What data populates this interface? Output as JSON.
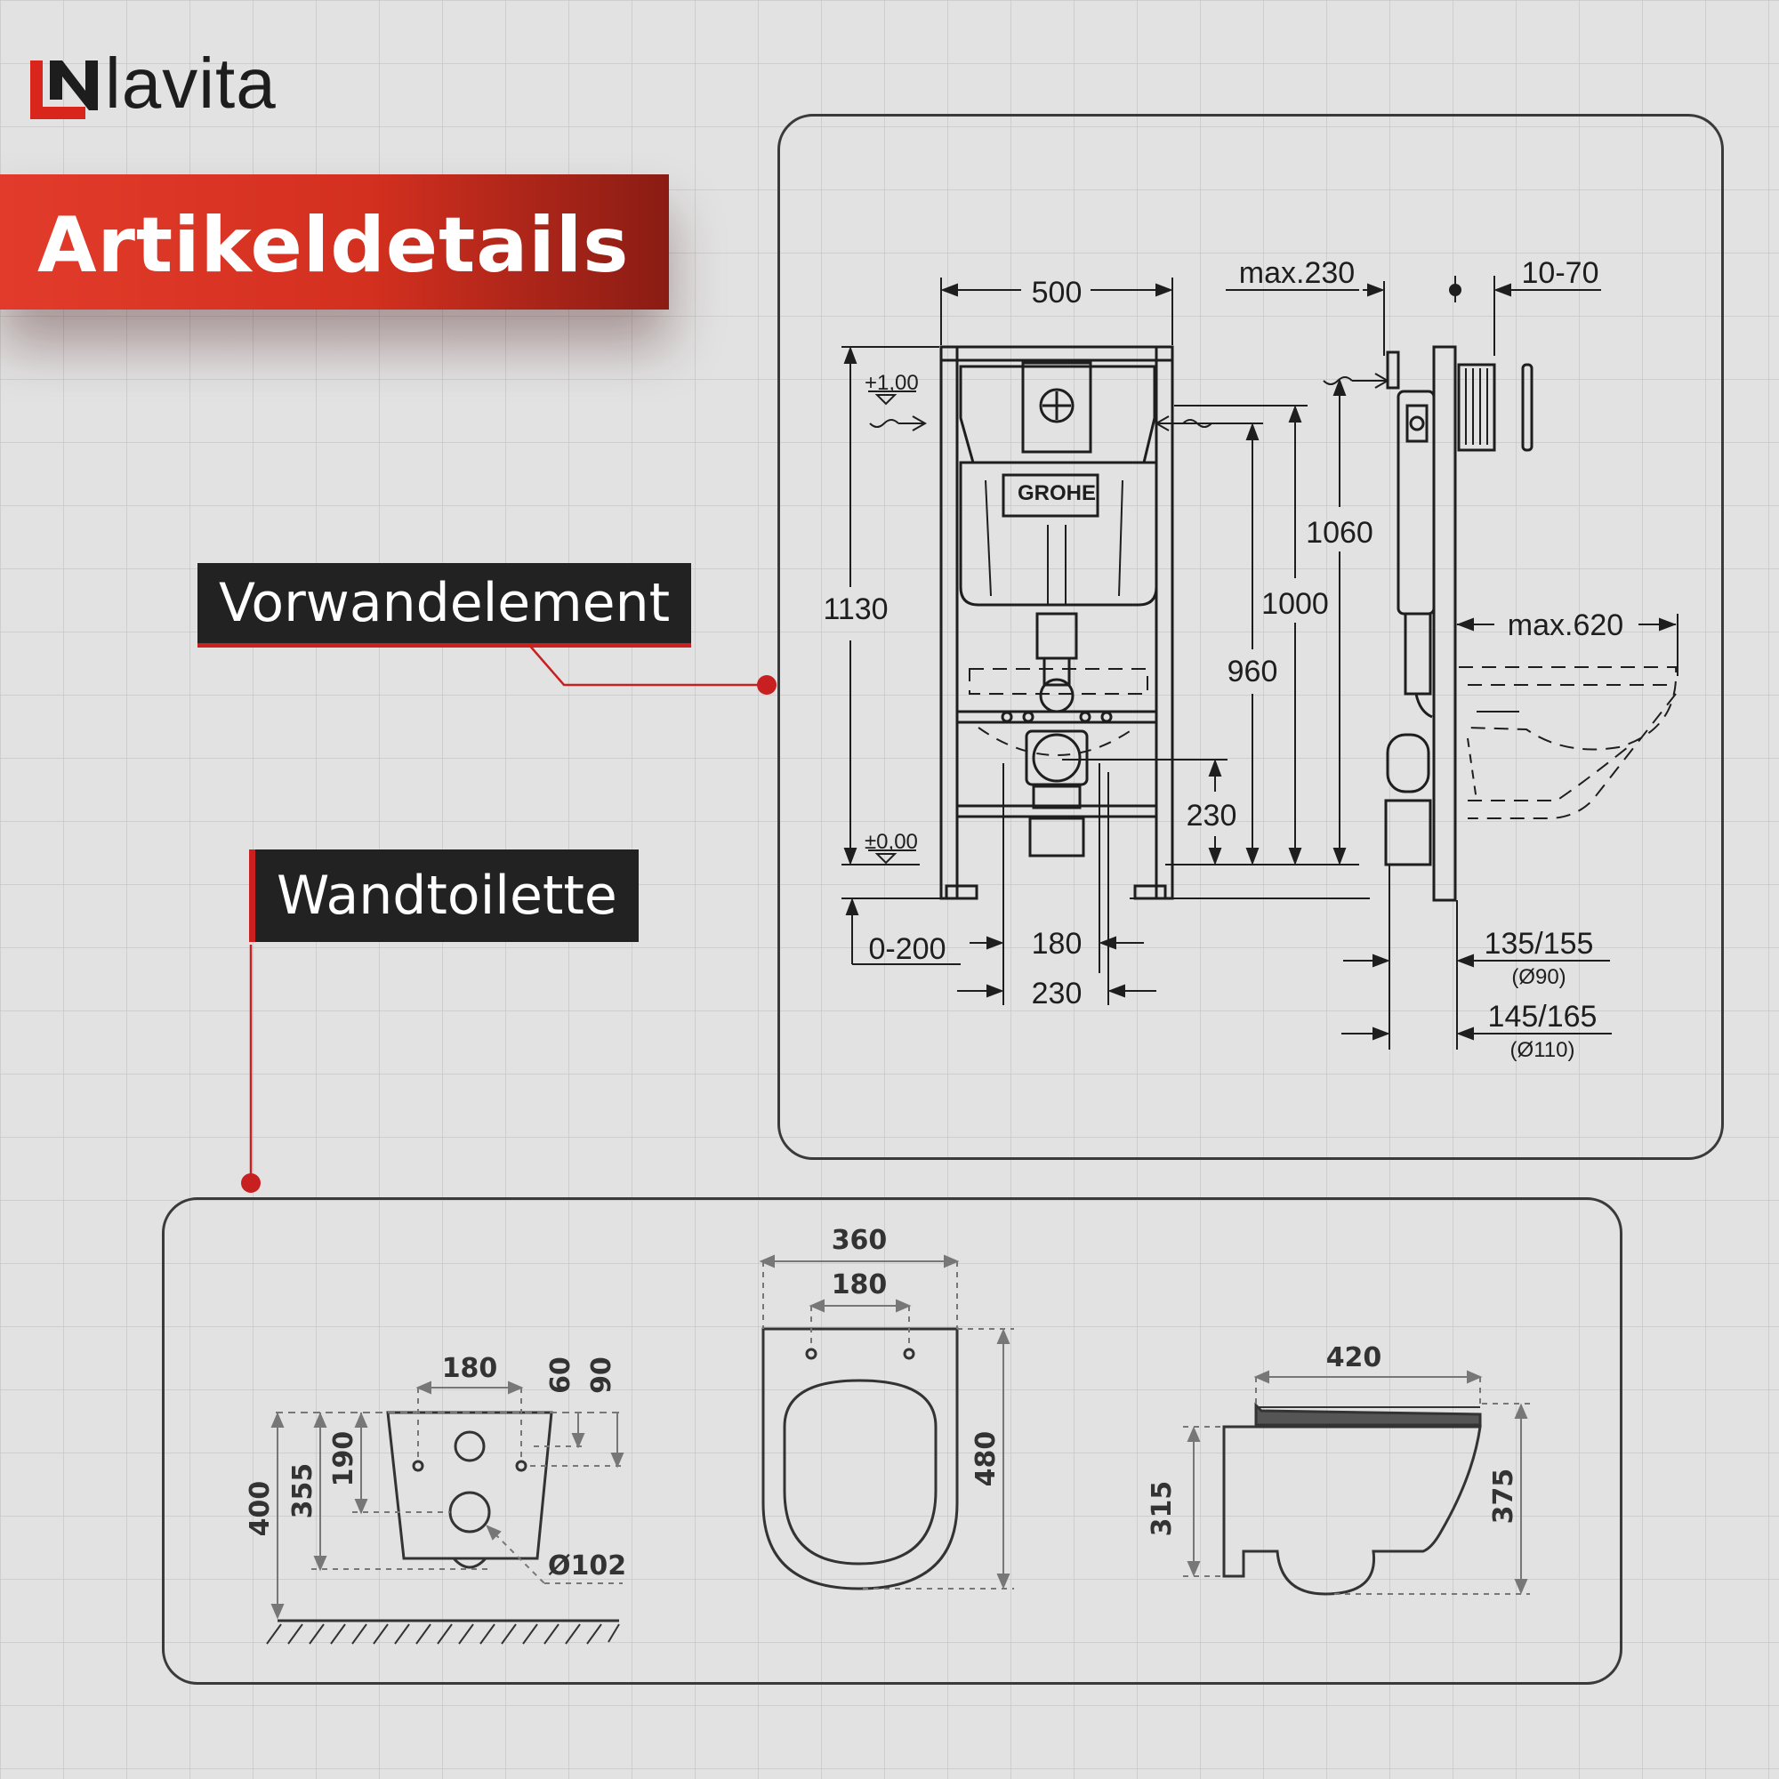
{
  "brand": {
    "name": "lavita",
    "accent": "#e23b2b"
  },
  "header": {
    "title": "Artikeldetails"
  },
  "labels": {
    "vorwand": "Vorwandelement",
    "wand": "Wandtoilette"
  },
  "frame_diagram": {
    "width": "500",
    "max_230": "max.230",
    "d_10_70": "10-70",
    "plus_level": "+1,00",
    "zero_level": "±0,00",
    "h_1130": "1130",
    "h_1060": "1060",
    "h_1000": "1000",
    "h_960": "960",
    "h_230": "230",
    "max_620": "max.620",
    "d_0_200": "0-200",
    "d_180": "180",
    "d_230b": "230",
    "d_135_155": "135/155",
    "d_o90": "(Ø90)",
    "d_145_165": "145/165",
    "d_o110": "(Ø110)",
    "brand_mark": "GROHE"
  },
  "toilet_diagram": {
    "back_180": "180",
    "back_60": "60",
    "back_90": "90",
    "back_400": "400",
    "back_355": "355",
    "back_190": "190",
    "back_d102": "Ø102",
    "top_360": "360",
    "top_180": "180",
    "top_480": "480",
    "side_420": "420",
    "side_315": "315",
    "side_375": "375"
  }
}
